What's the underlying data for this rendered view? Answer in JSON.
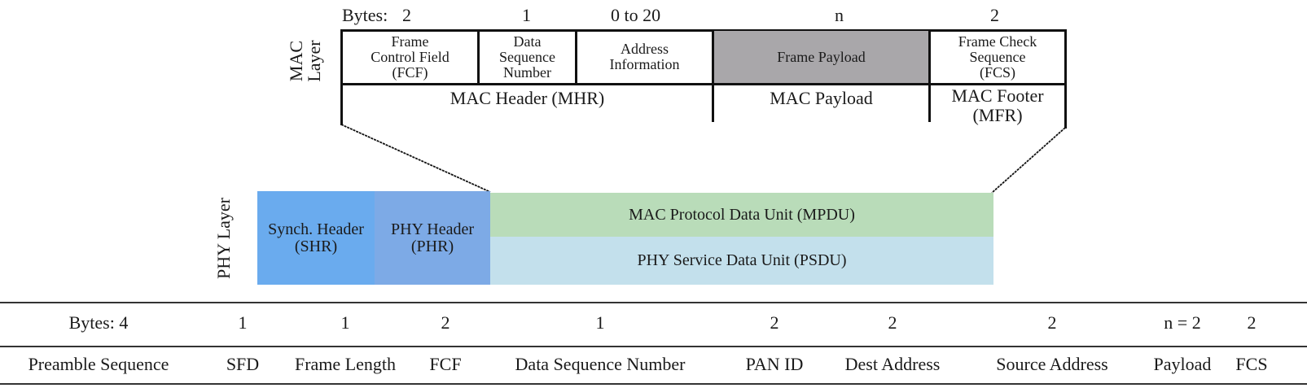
{
  "mac_layer": {
    "label_line1": "MAC",
    "label_line2": "Layer",
    "bytes_row": {
      "prefix": "Bytes:",
      "values": [
        "2",
        "1",
        "0 to 20",
        "n",
        "2"
      ]
    },
    "fields": [
      {
        "lines": [
          "Frame",
          "Control Field",
          "(FCF)"
        ]
      },
      {
        "lines": [
          "Data",
          "Sequence",
          "Number"
        ]
      },
      {
        "lines": [
          "Address",
          "Information"
        ]
      },
      {
        "lines": [
          "Frame Payload"
        ]
      },
      {
        "lines": [
          "Frame Check",
          "Sequence",
          "(FCS)"
        ]
      }
    ],
    "groups": [
      {
        "lines": [
          "MAC Header (MHR)"
        ]
      },
      {
        "lines": [
          "MAC Payload"
        ]
      },
      {
        "lines": [
          "MAC Footer",
          "(MFR)"
        ]
      }
    ]
  },
  "phy_layer": {
    "label": "PHY Layer",
    "boxes": [
      {
        "lines": [
          "Synch. Header",
          "(SHR)"
        ],
        "color": "#6aabee"
      },
      {
        "lines": [
          "PHY Header",
          "(PHR)"
        ],
        "color": "#7daae6"
      },
      {
        "lines": [
          "MAC Protocol Data Unit (MPDU)"
        ],
        "color": "#b9dcb9"
      },
      {
        "lines": [
          "PHY Service Data Unit (PSDU)"
        ],
        "color": "#c3e0ec"
      }
    ]
  },
  "frame_table": {
    "bytes": [
      "Bytes: 4",
      "1",
      "1",
      "2",
      "1",
      "2",
      "2",
      "2",
      "n = 2",
      "2"
    ],
    "fields": [
      "Preamble Sequence",
      "SFD",
      "Frame Length",
      "FCF",
      "Data Sequence Number",
      "PAN ID",
      "Dest Address",
      "Source Address",
      "Payload",
      "FCS"
    ]
  },
  "colors": {
    "payload_fill": "#a9a7aa",
    "line": "#111111"
  }
}
